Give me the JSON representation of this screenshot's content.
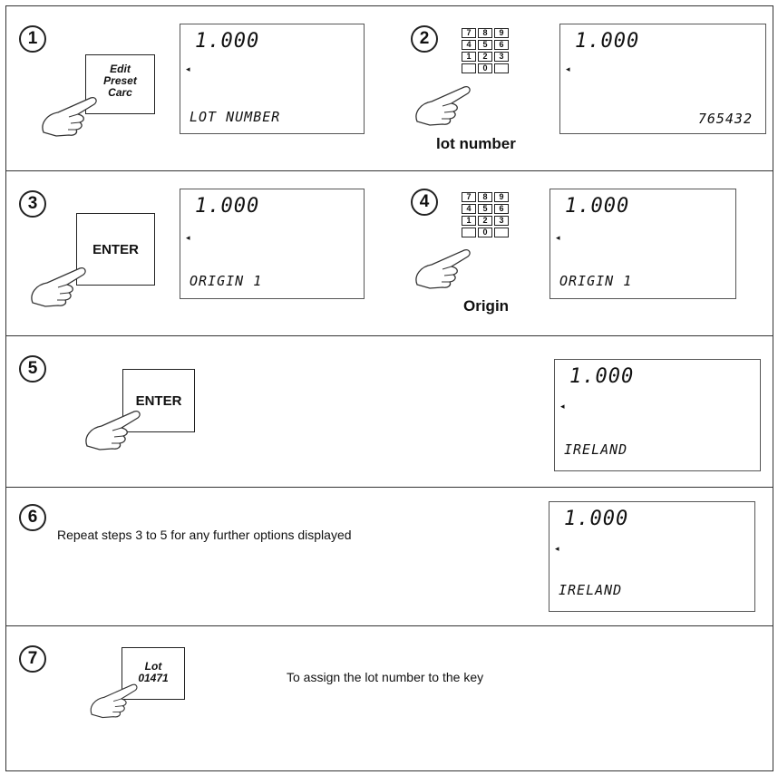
{
  "steps": [
    "1",
    "2",
    "3",
    "4",
    "5",
    "6",
    "7"
  ],
  "keys": {
    "edit_preset_carc": [
      "Edit",
      "Preset",
      "Carc"
    ],
    "enter": "ENTER",
    "lot": [
      "Lot",
      "01471"
    ]
  },
  "keypad": [
    "7",
    "8",
    "9",
    "4",
    "5",
    "6",
    "1",
    "2",
    "3",
    "",
    "0",
    ""
  ],
  "displays": {
    "d1": {
      "top": "1.000",
      "arrow": "◂",
      "bottom": "LOT NUMBER"
    },
    "d2": {
      "top": "1.000",
      "arrow": "◂",
      "bottom": "765432"
    },
    "d3": {
      "top": "1.000",
      "arrow": "◂",
      "bottom": "ORIGIN 1"
    },
    "d4": {
      "top": "1.000",
      "arrow": "◂",
      "bottom": "ORIGIN 1"
    },
    "d5": {
      "top": "1.000",
      "arrow": "◂",
      "bottom": "IRELAND"
    },
    "d6": {
      "top": "1.000",
      "arrow": "◂",
      "bottom": "IRELAND"
    }
  },
  "captions": {
    "lot_number": "lot number",
    "origin": "Origin"
  },
  "notes": {
    "step6": "Repeat steps 3 to 5 for any further options displayed",
    "step7": "To assign the lot number to the key"
  }
}
